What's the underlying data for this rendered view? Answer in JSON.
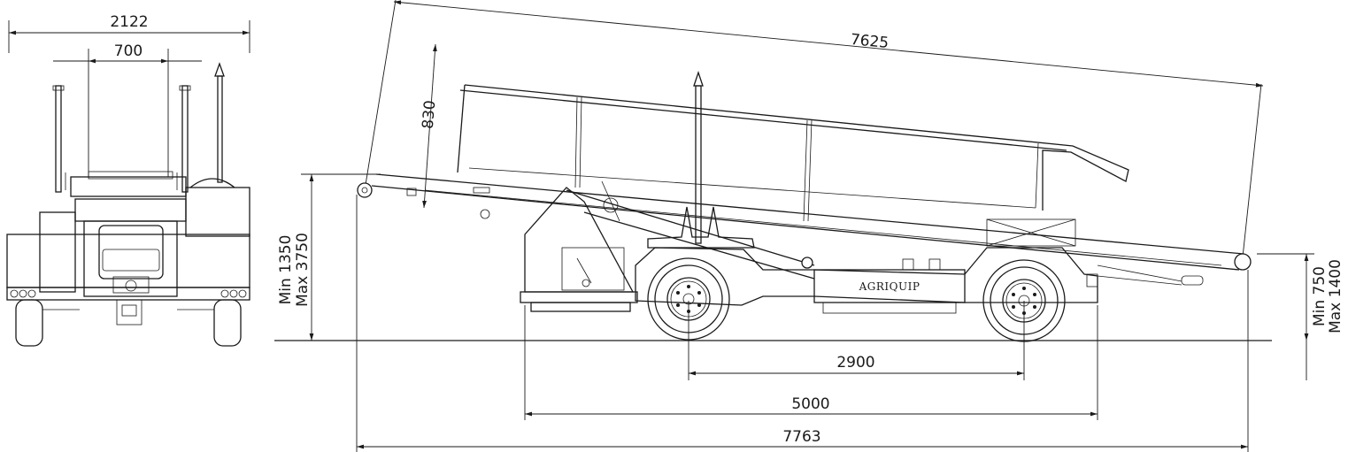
{
  "front_view": {
    "overall_width": "2122",
    "belt_width": "700"
  },
  "side_view": {
    "conveyor_length": "7625",
    "side_height": "830",
    "discharge_height_min": "Min 1350",
    "discharge_height_max": "Max 3750",
    "intake_height_min": "Min 750",
    "intake_height_max": "Max 1400",
    "wheelbase": "2900",
    "chassis_length": "5000",
    "overall_length": "7763",
    "brand_label": "AGRIQUIP"
  },
  "colors": {
    "line": "#1a1a1a",
    "background": "#ffffff"
  }
}
